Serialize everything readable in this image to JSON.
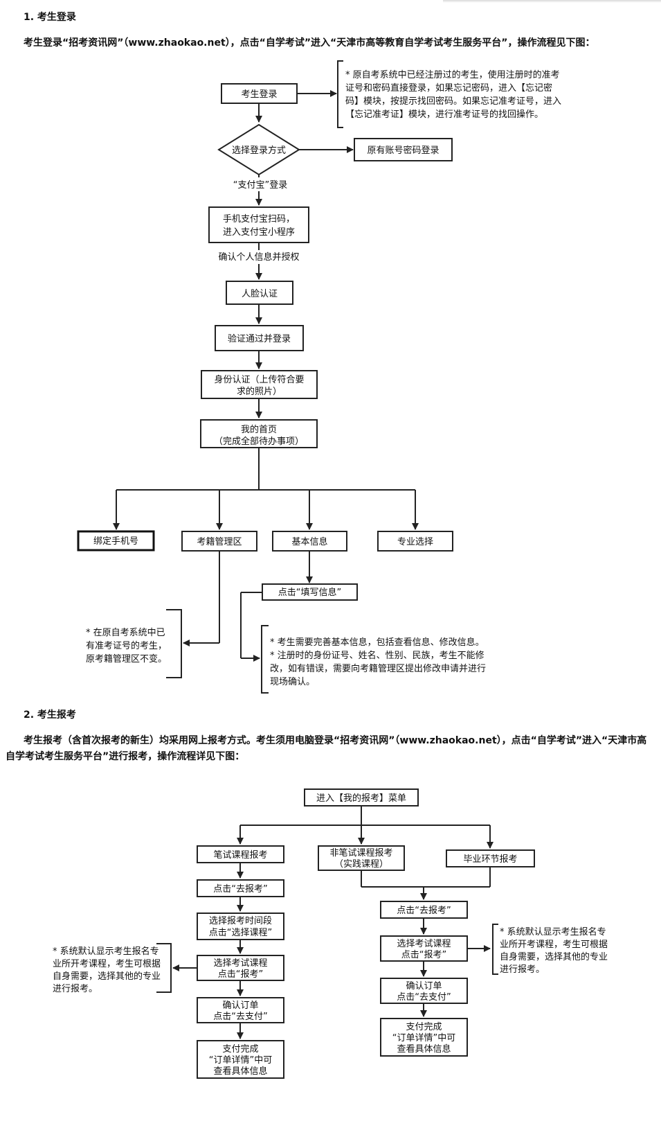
{
  "section1": {
    "heading": "1. 考生登录",
    "intro": "考生登录“招考资讯网”（www.zhaokao.net），点击“自学考试”进入“天津市高等教育自学考试考生服务平台”，操作流程见下图："
  },
  "flow1": {
    "login": "考生登录",
    "note_login": [
      "* 原自考系统中已经注册过的考生，使用注册时的准考",
      "证号和密码直接登录，如果忘记密码，进入【忘记密",
      "码】模块，按提示找回密码。如果忘记准考证号，进入",
      "【忘记准考证】模块，进行准考证号的找回操作。"
    ],
    "choose_method": "选择登录方式",
    "password_login": "原有账号密码登录",
    "alipay_label": "“支付宝”登录",
    "scan": [
      "手机支付宝扫码，",
      "进入支付宝小程序"
    ],
    "confirm_label": "确认个人信息并授权",
    "face": "人脸认证",
    "verify": "验证通过并登录",
    "identity": [
      "身份认证（上传符合要",
      "求的照片）"
    ],
    "home": [
      "我的首页",
      "（完成全部待办事项）"
    ],
    "bind_phone": "绑定手机号",
    "registry": "考籍管理区",
    "basic_info": "基本信息",
    "major": "专业选择",
    "fill_info": "点击“填写信息”",
    "note_registry": [
      "* 在原自考系统中已",
      "有准考证号的考生，",
      "原考籍管理区不变。"
    ],
    "note_info": [
      "* 考生需要完善基本信息，包括查看信息、修改信息。",
      "* 注册时的身份证号、姓名、性别、民族，考生不能修",
      "改，如有错误，需要向考籍管理区提出修改申请并进行",
      "现场确认。"
    ]
  },
  "section2": {
    "heading": "2. 考生报考",
    "intro_line1": "考生报考（含首次报考的新生）均采用网上报考方式。考生须用电脑登录“招考资讯网”（www.zhaokao.net），点击“自学考试”进入“天津市高",
    "intro_line2": "自学考试考生服务平台”进行报考，操作流程详见下图："
  },
  "flow2": {
    "menu": "进入【我的报考】菜单",
    "written": "笔试课程报考",
    "nonwritten": [
      "非笔试课程报考",
      "（实践课程）"
    ],
    "graduation": "毕业环节报考",
    "left_go": "点击“去报考”",
    "left_period": [
      "选择报考时间段",
      "点击“选择课程”"
    ],
    "left_select": [
      "选择考试课程",
      "点击“报考”"
    ],
    "left_confirm": [
      "确认订单",
      "点击“去支付”"
    ],
    "left_done": [
      "支付完成",
      "“订单详情”中可",
      "查看具体信息"
    ],
    "right_go": "点击“去报考”",
    "right_select": [
      "选择考试课程",
      "点击“报考”"
    ],
    "right_confirm": [
      "确认订单",
      "点击“去支付”"
    ],
    "right_done": [
      "支付完成",
      "“订单详情”中可",
      "查看具体信息"
    ],
    "note_left": [
      "* 系统默认显示考生报名专",
      "业所开考课程，考生可根据",
      "自身需要，选择其他的专业",
      "进行报考。"
    ],
    "note_right": [
      "* 系统默认显示考生报名专",
      "业所开考课程，考生可根据",
      "自身需要，选择其他的专业",
      "进行报考。"
    ]
  }
}
